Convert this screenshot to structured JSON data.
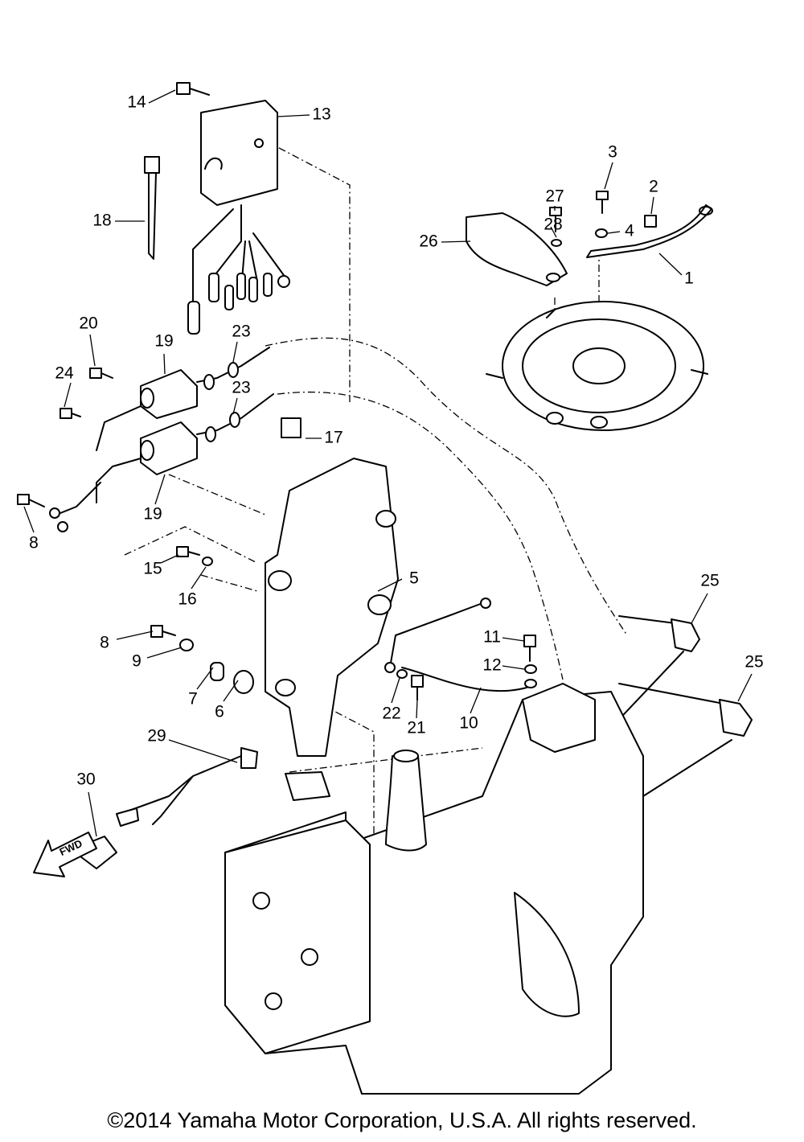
{
  "diagram": {
    "callouts": [
      "14",
      "13",
      "18",
      "3",
      "2",
      "27",
      "28",
      "4",
      "26",
      "1",
      "20",
      "19",
      "23",
      "24",
      "23",
      "17",
      "19",
      "8",
      "5",
      "25",
      "15",
      "16",
      "8",
      "9",
      "11",
      "12",
      "25",
      "7",
      "6",
      "22",
      "21",
      "10",
      "29",
      "30"
    ],
    "fwd_label": "FWD"
  },
  "footer": {
    "copyright": "©2014 Yamaha Motor Corporation, U.S.A. All rights reserved."
  }
}
